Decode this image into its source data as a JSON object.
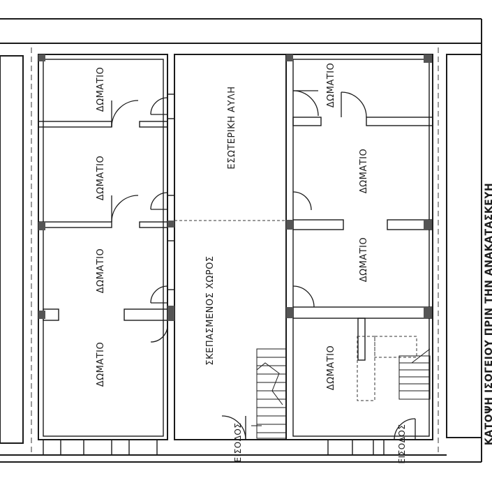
{
  "rooms": {
    "upper_left_1": "ΔΩΜΑΤΙΟ",
    "upper_left_2": "ΔΩΜΑΤΙΟ",
    "upper_left_3": "ΔΩΜΑΤΙΟ",
    "upper_left_4": "ΔΩΜΑΤΙΟ",
    "right_top": "ΔΩΜΑΤΙΟ",
    "right_mid_1": "ΔΩΜΑΤΙΟ",
    "right_mid_2": "ΔΩΜΑΤΙΟ",
    "right_bottom": "ΔΩΜΑΤΙΟ"
  },
  "spaces": {
    "inner_courtyard": "ΕΣΩΤΕΡΙΚΗ ΑΥΛΗ",
    "covered_area": "ΣΚΕΠΑΣΜΕΝΟΣ ΧΩΡΟΣ"
  },
  "entrances": {
    "left": "ΕΙΣΟΔΟΣ",
    "right": "ΕΙΣΟΔΟΣ"
  },
  "caption": "ΚΑΤΟΨΗ ΙΣΟΓΕΙΟΥ ΠΡΙΝ ΤΗΝ ΑΝΑΚΑΤΑΣΚΕΥΗ"
}
